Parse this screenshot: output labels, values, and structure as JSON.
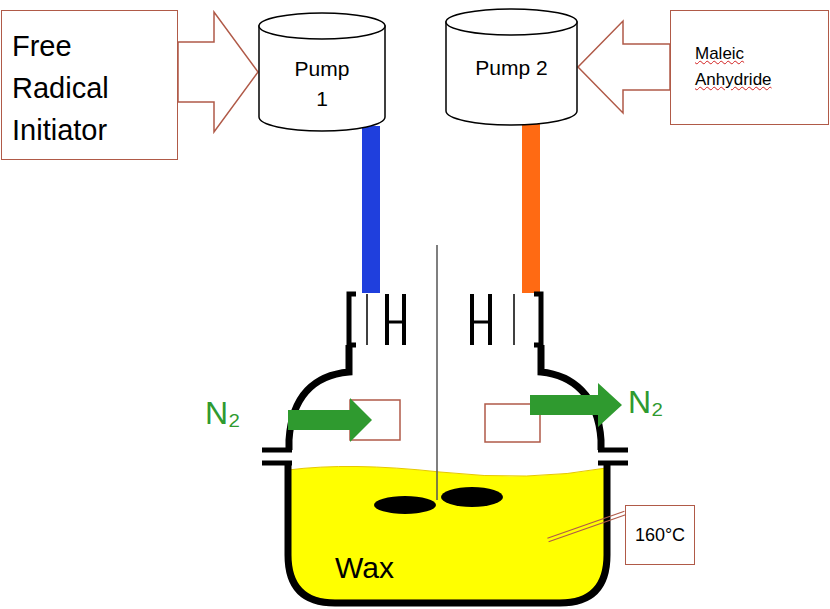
{
  "diagram": {
    "nodes": [
      {
        "text": [
          "Free Radical Initiator"
        ]
      },
      {
        "text": [
          "Pump 1"
        ]
      },
      {
        "text": [
          "Pump 2"
        ]
      },
      {
        "text": [
          "Maleic Anhydride"
        ]
      },
      {
        "text": [
          "Wax"
        ]
      },
      {
        "text": [
          "160°C"
        ]
      }
    ],
    "edges": [
      {
        "from": 0,
        "to": 1,
        "arrow": "to"
      },
      {
        "from": 3,
        "to": 2,
        "arrow": "to"
      },
      {
        "from": 5,
        "to": 4,
        "arrow": "none"
      }
    ],
    "labels": [
      "N₂",
      "N₂"
    ]
  }
}
